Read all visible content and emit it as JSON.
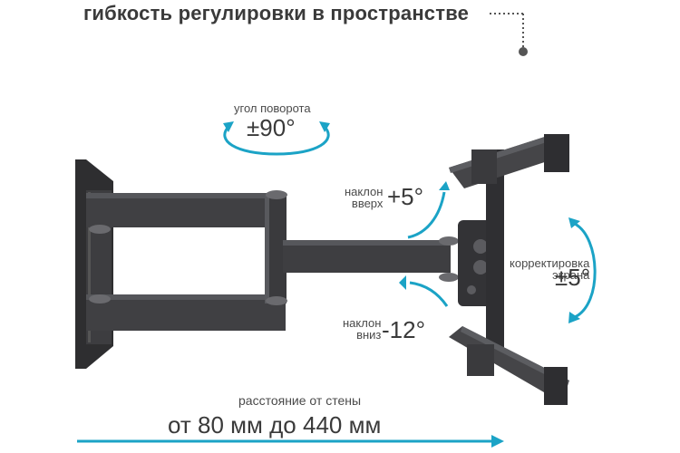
{
  "heading": "гибкость регулировки в пространстве",
  "rotation": {
    "label": "угол поворота",
    "value": "±90°"
  },
  "tilt_up": {
    "label_line1": "наклон",
    "label_line2": "вверх",
    "value": "+5°"
  },
  "tilt_down": {
    "label_line1": "наклон",
    "label_line2": "вниз",
    "value": "-12°"
  },
  "screen_adjust": {
    "label_line1": "корректировка",
    "label_line2": "экрана",
    "value": "±5°"
  },
  "distance": {
    "label": "расстояние от стены",
    "value": "от 80 мм до 440 мм"
  },
  "colors": {
    "accent": "#1ba3c6",
    "text": "#3a3a3a",
    "metal": "#3b3b3d"
  }
}
